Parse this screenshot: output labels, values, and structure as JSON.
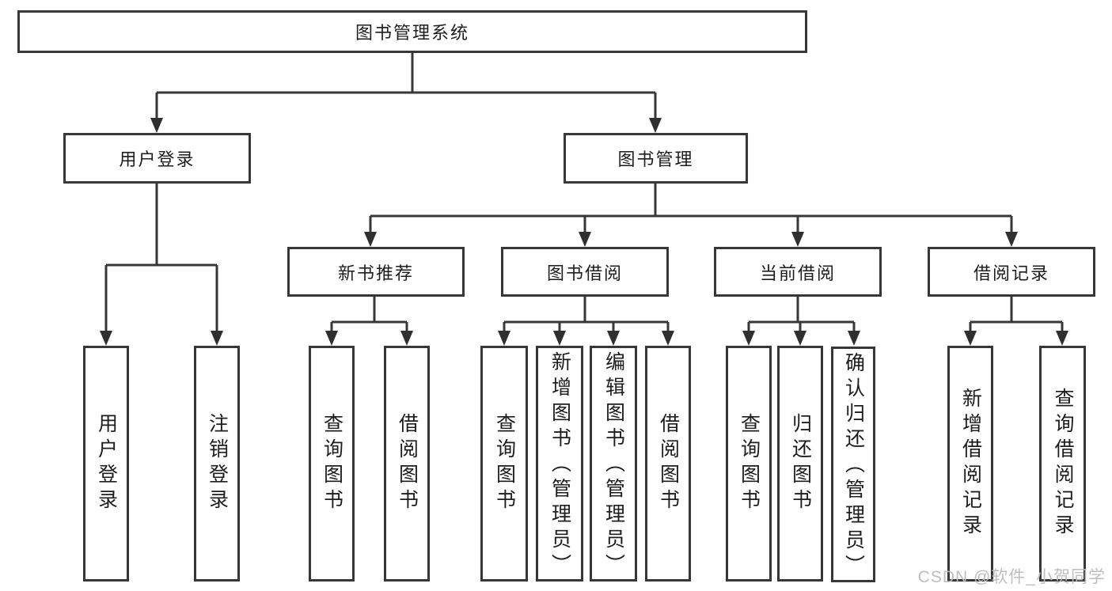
{
  "colors": {
    "line": "#373737",
    "text": "#1d1d1d",
    "watermark": "#bababa",
    "background": "#ffffff"
  },
  "watermark": "CSDN @软件_小贺同学",
  "tree": {
    "root": "图书管理系统",
    "branches": [
      {
        "label": "用户登录",
        "children": [
          "用户登录",
          "注销登录"
        ]
      },
      {
        "label": "图书管理",
        "groups": [
          {
            "label": "新书推荐",
            "children": [
              "查询图书",
              "借阅图书"
            ]
          },
          {
            "label": "图书借阅",
            "children": [
              "查询图书",
              "新增图书（管理员）",
              "编辑图书（管理员）",
              "借阅图书"
            ]
          },
          {
            "label": "当前借阅",
            "children": [
              "查询图书",
              "归还图书",
              "确认归还（管理员）"
            ]
          },
          {
            "label": "借阅记录",
            "children": [
              "新增借阅记录",
              "查询借阅记录"
            ]
          }
        ]
      }
    ]
  }
}
